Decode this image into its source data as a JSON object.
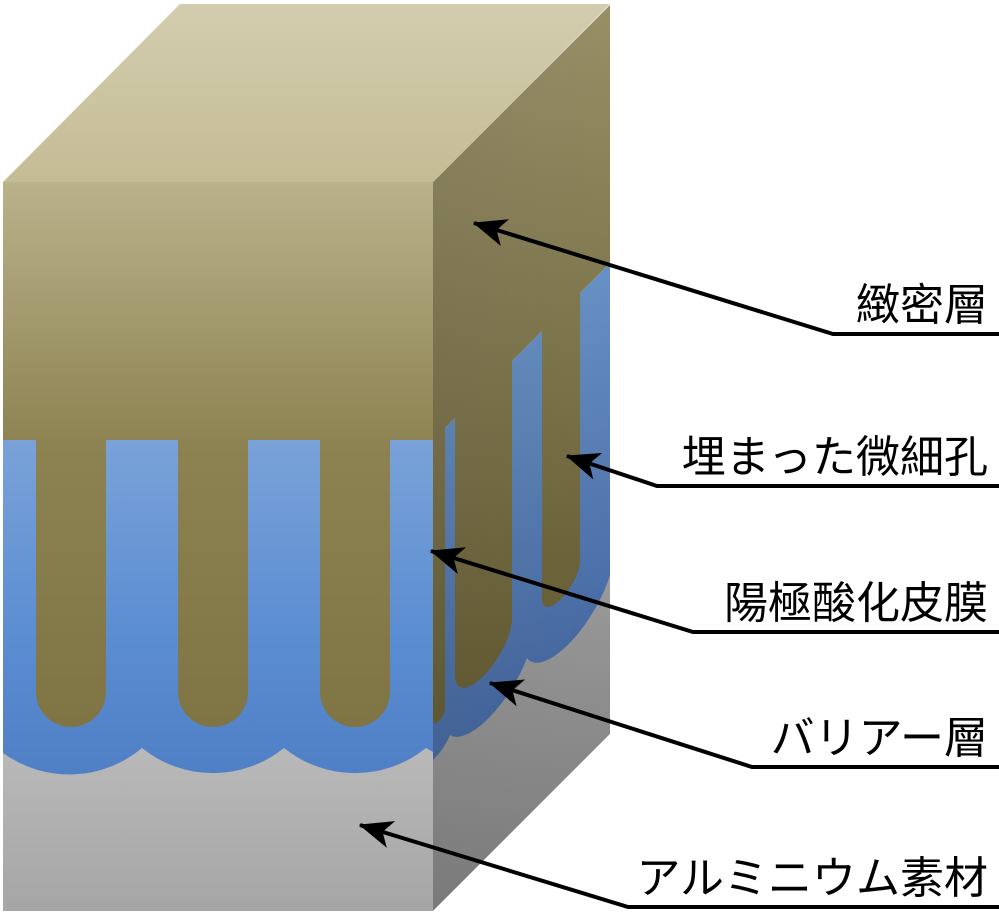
{
  "labels": [
    {
      "id": "dense-layer",
      "text": "緻密層"
    },
    {
      "id": "buried-micropores",
      "text": "埋まった微細孔"
    },
    {
      "id": "anodic-oxide-film",
      "text": "陽極酸化皮膜"
    },
    {
      "id": "barrier-layer",
      "text": "バリアー層"
    },
    {
      "id": "aluminum-substrate",
      "text": "アルミニウム素材"
    }
  ],
  "colors": {
    "dense_layer_front": "#8d8251",
    "dense_layer_top": "#cbc6a7",
    "oxide_film_blue": "#5c8ed2",
    "barrier_blue_dark": "#4a6eaa",
    "aluminum_gray_front": "#b5b5b5",
    "leader_line": "#000000",
    "label_text": "#000000",
    "background": "#ffffff"
  }
}
